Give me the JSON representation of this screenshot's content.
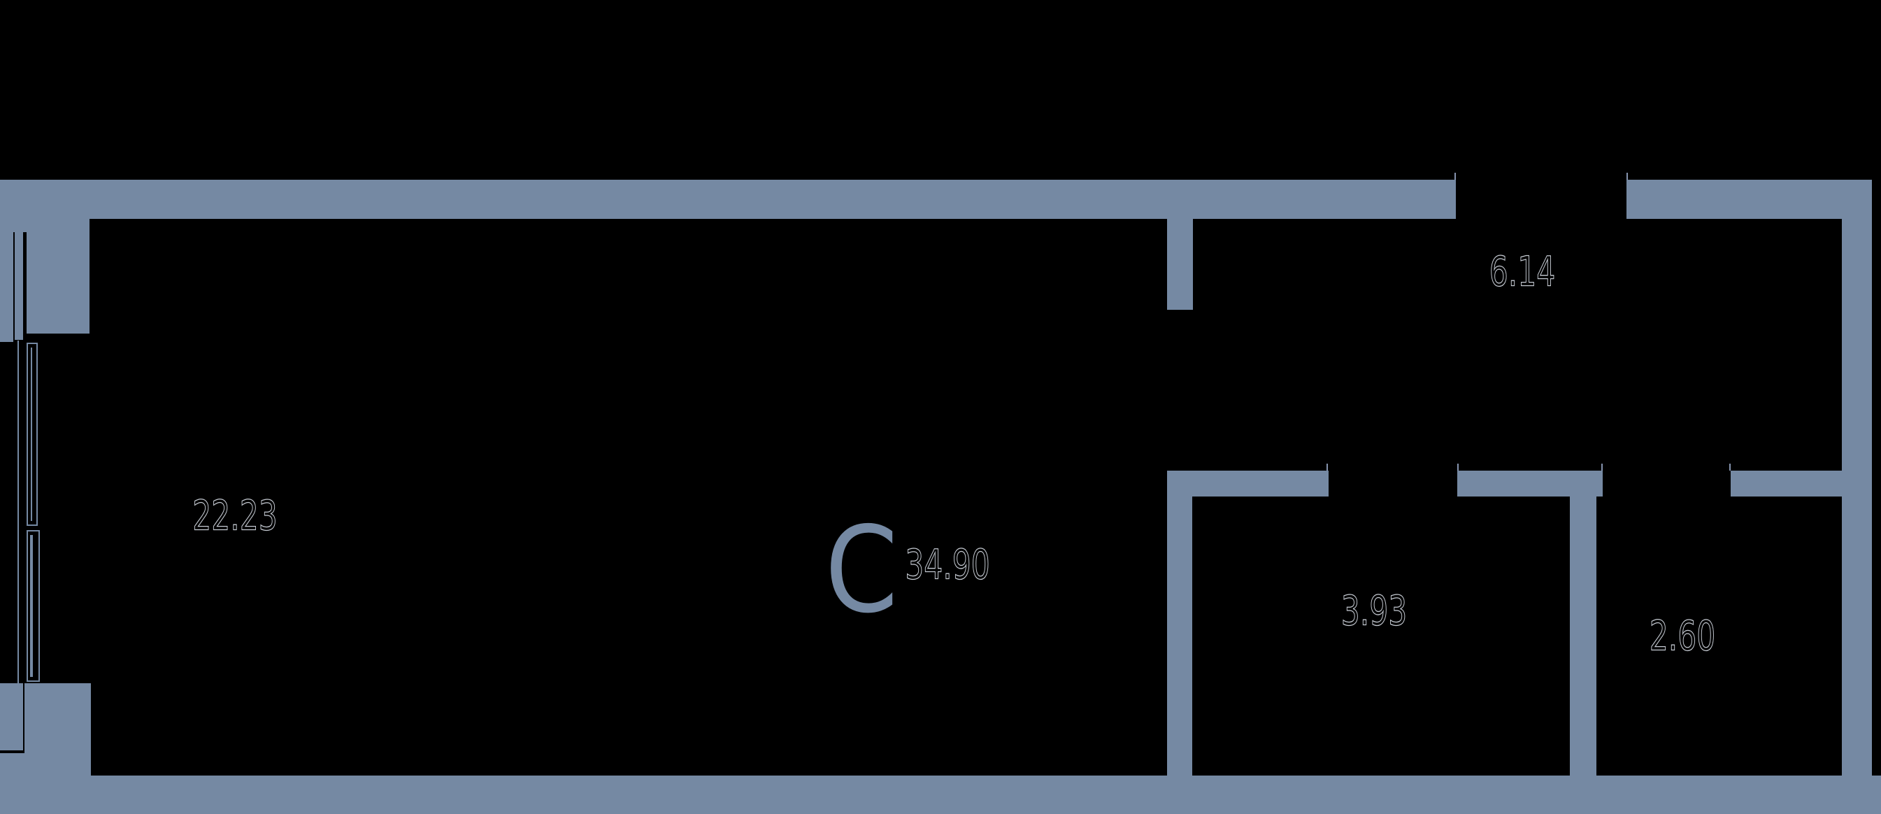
{
  "plan": {
    "type_letter": "С",
    "total_area": "34.90",
    "areas": [
      "22.23",
      "6.14",
      "3.93",
      "2.60"
    ],
    "colors": {
      "wall": "#7589A3",
      "thin_line": "#8593AE",
      "label_outline": "#c5cad2",
      "background": "#000000"
    }
  }
}
